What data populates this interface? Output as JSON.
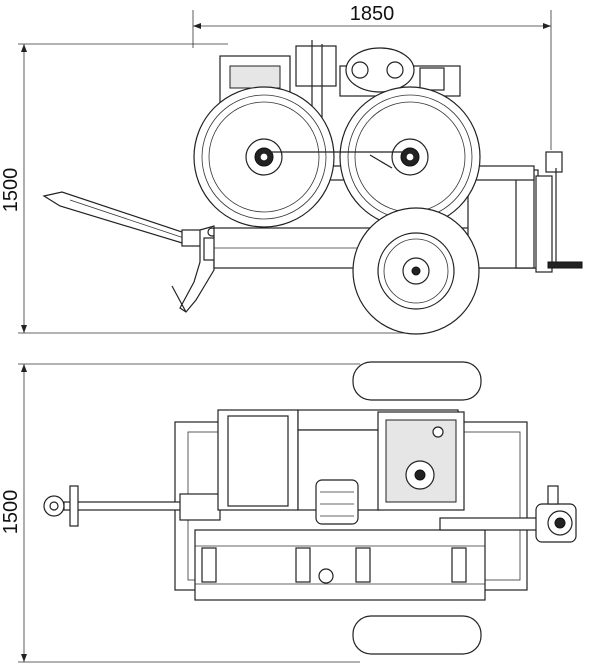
{
  "dimensions": {
    "width_label": "1850",
    "height_side_label": "1500",
    "height_top_label": "1500"
  },
  "views": [
    "side-elevation",
    "top-plan"
  ]
}
